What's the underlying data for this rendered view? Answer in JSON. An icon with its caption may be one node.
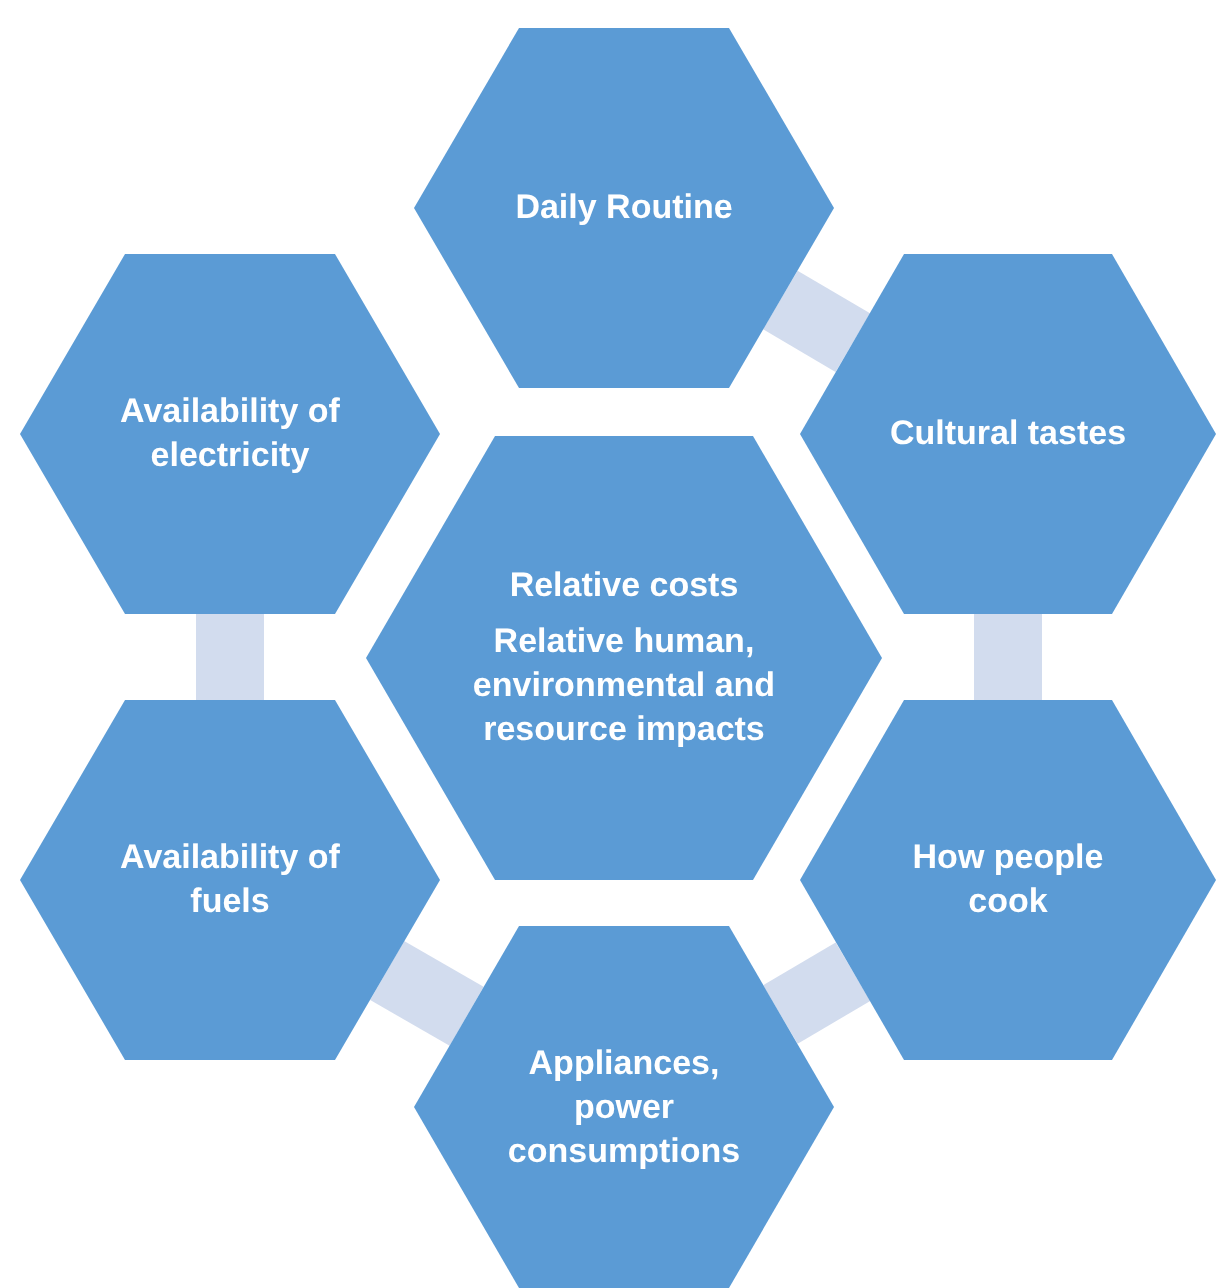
{
  "diagram": {
    "nodes": [
      {
        "text": [
          "Daily Routine"
        ]
      },
      {
        "text": [
          "Availability of electricity"
        ]
      },
      {
        "text": [
          "Cultural tastes"
        ]
      },
      {
        "text": [
          "Relative costs",
          "Relative human, environmental and resource impacts"
        ]
      },
      {
        "text": [
          "Availability of fuels"
        ]
      },
      {
        "text": [
          "How people cook"
        ]
      },
      {
        "text": [
          "Appliances, power consumptions"
        ]
      }
    ],
    "edges": [
      {
        "from": 0,
        "to": 2,
        "arrow": "none"
      },
      {
        "from": 2,
        "to": 5,
        "arrow": "none"
      },
      {
        "from": 5,
        "to": 6,
        "arrow": "none"
      },
      {
        "from": 6,
        "to": 4,
        "arrow": "none"
      },
      {
        "from": 4,
        "to": 1,
        "arrow": "none"
      }
    ]
  }
}
